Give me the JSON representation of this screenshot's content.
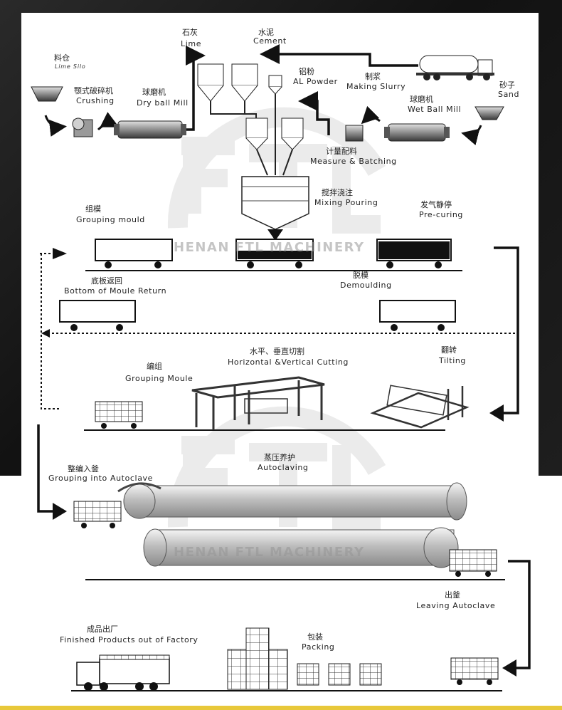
{
  "colors": {
    "ink": "#1a1a1a",
    "watermark": "#b8b8b8",
    "accent_strip": "#e8c83a",
    "background_dark": "#161616"
  },
  "watermark": {
    "brand": "FTL",
    "company": "HENAN FTL MACHINERY"
  },
  "stages": {
    "lime_silo": {
      "zh": "料仓",
      "en": "Lime Silo"
    },
    "crushing": {
      "zh": "颚式破碎机",
      "en": "Crushing"
    },
    "dry_ball_mill": {
      "zh": "球磨机",
      "en": "Dry ball Mill"
    },
    "lime": {
      "zh": "石灰",
      "en": "Lime"
    },
    "cement": {
      "zh": "水泥",
      "en": "Cement"
    },
    "al_powder": {
      "zh": "铝粉",
      "en": "AL Powder"
    },
    "making_slurry": {
      "zh": "制浆",
      "en": "Making Slurry"
    },
    "wet_ball_mill": {
      "zh": "球磨机",
      "en": "Wet Ball Mill"
    },
    "sand": {
      "zh": "砂子",
      "en": "Sand"
    },
    "measure_batching": {
      "zh": "计量配料",
      "en": "Measure & Batching"
    },
    "mixing_pouring": {
      "zh": "搅拌浇注",
      "en": "Mixing Pouring"
    },
    "grouping_mould": {
      "zh": "组模",
      "en": "Grouping mould"
    },
    "pre_curing": {
      "zh": "发气静停",
      "en": "Pre-curing"
    },
    "bottom_return": {
      "zh": "底板返回",
      "en": "Bottom of Moule Return"
    },
    "demoulding": {
      "zh": "脱模",
      "en": "Demoulding"
    },
    "grouping_moule": {
      "zh": "编组",
      "en": "Grouping Moule"
    },
    "cutting": {
      "zh": "水平、垂直切割",
      "en": "Horizontal &Vertical Cutting"
    },
    "tilting": {
      "zh": "翻转",
      "en": "Tilting"
    },
    "grouping_autoclave": {
      "zh": "整编入釜",
      "en": "Grouping into Autoclave"
    },
    "autoclaving": {
      "zh": "蒸压养护",
      "en": "Autoclaving"
    },
    "leaving_autoclave": {
      "zh": "出釜",
      "en": "Leaving Autoclave"
    },
    "finished_products": {
      "zh": "成品出厂",
      "en": "Finished Products out of Factory"
    },
    "packing": {
      "zh": "包装",
      "en": "Packing"
    }
  }
}
